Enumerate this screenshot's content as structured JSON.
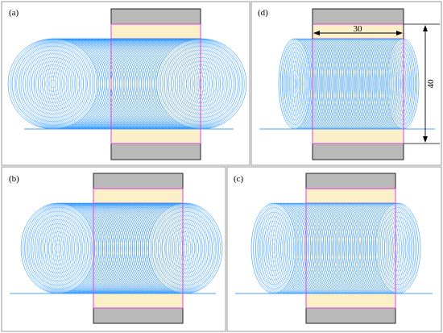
{
  "panels": [
    {
      "id": "a",
      "label": "(a)"
    },
    {
      "id": "b",
      "label": "(b)"
    },
    {
      "id": "c",
      "label": "(c)"
    },
    {
      "id": "d",
      "label": "(d)"
    }
  ],
  "dimensions": {
    "width_label": "30",
    "height_label": "40"
  },
  "colors": {
    "coil": "#1e90ff",
    "baseline": "#4aa3ff",
    "magnet": "#b9b9b9",
    "magnet_edge": "#222222",
    "sample": "#fbf0c8",
    "sample_edge": "#dd44dd",
    "frame": "#9a9a9a"
  }
}
